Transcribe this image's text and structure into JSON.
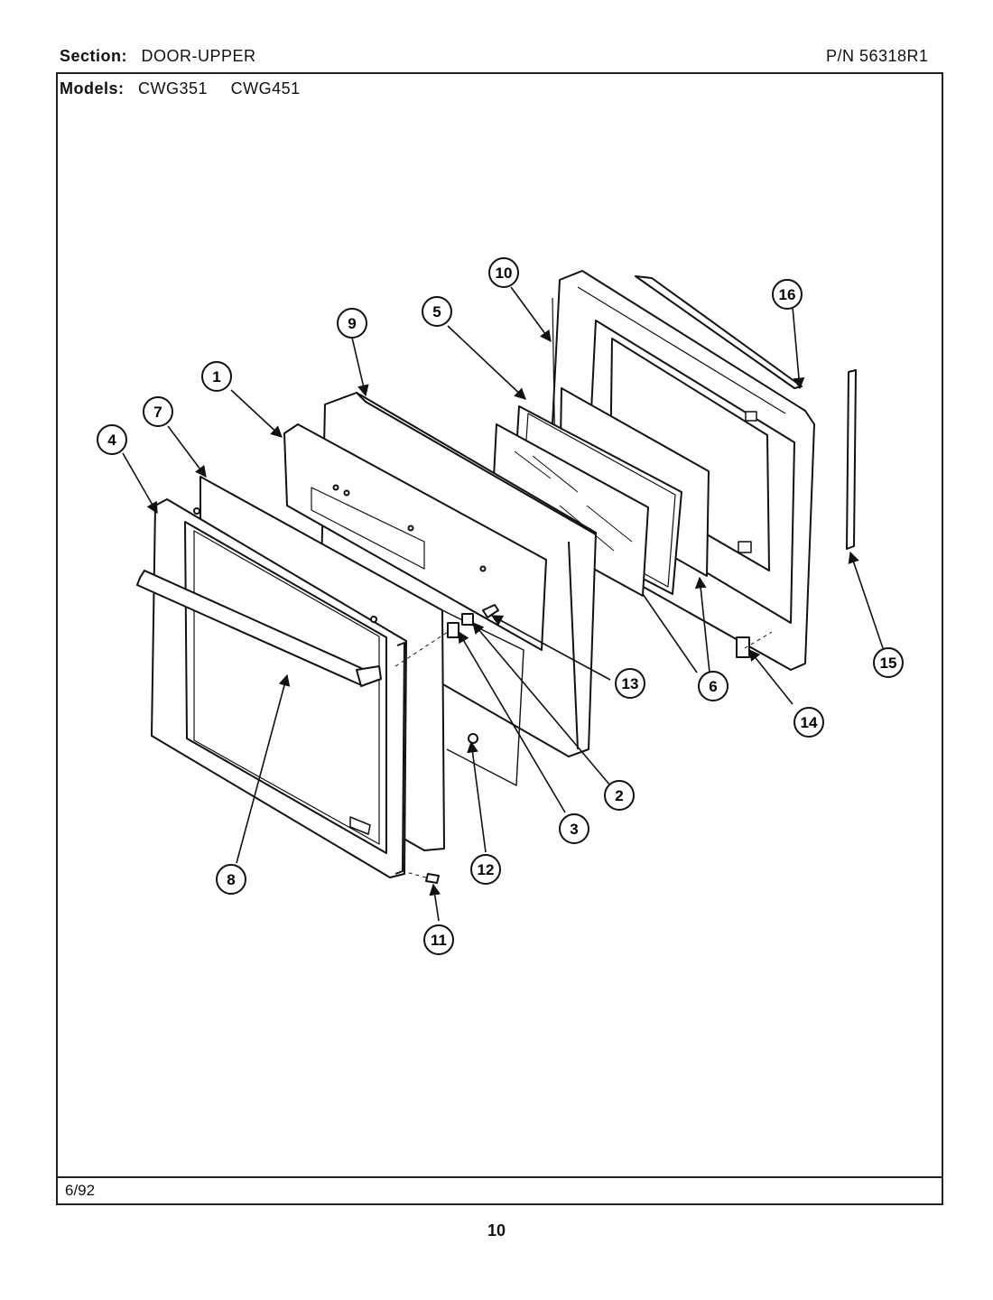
{
  "header": {
    "section_label": "Section:",
    "section_value": "DOOR-UPPER",
    "pn": "P/N 56318R1",
    "models_label": "Models:",
    "models": [
      "CWG351",
      "CWG451"
    ]
  },
  "footer": {
    "date": "6/92",
    "page_number": "10"
  },
  "callouts": [
    "10",
    "16",
    "9",
    "5",
    "1",
    "7",
    "4",
    "13",
    "15",
    "6",
    "14",
    "2",
    "3",
    "12",
    "8",
    "11"
  ]
}
